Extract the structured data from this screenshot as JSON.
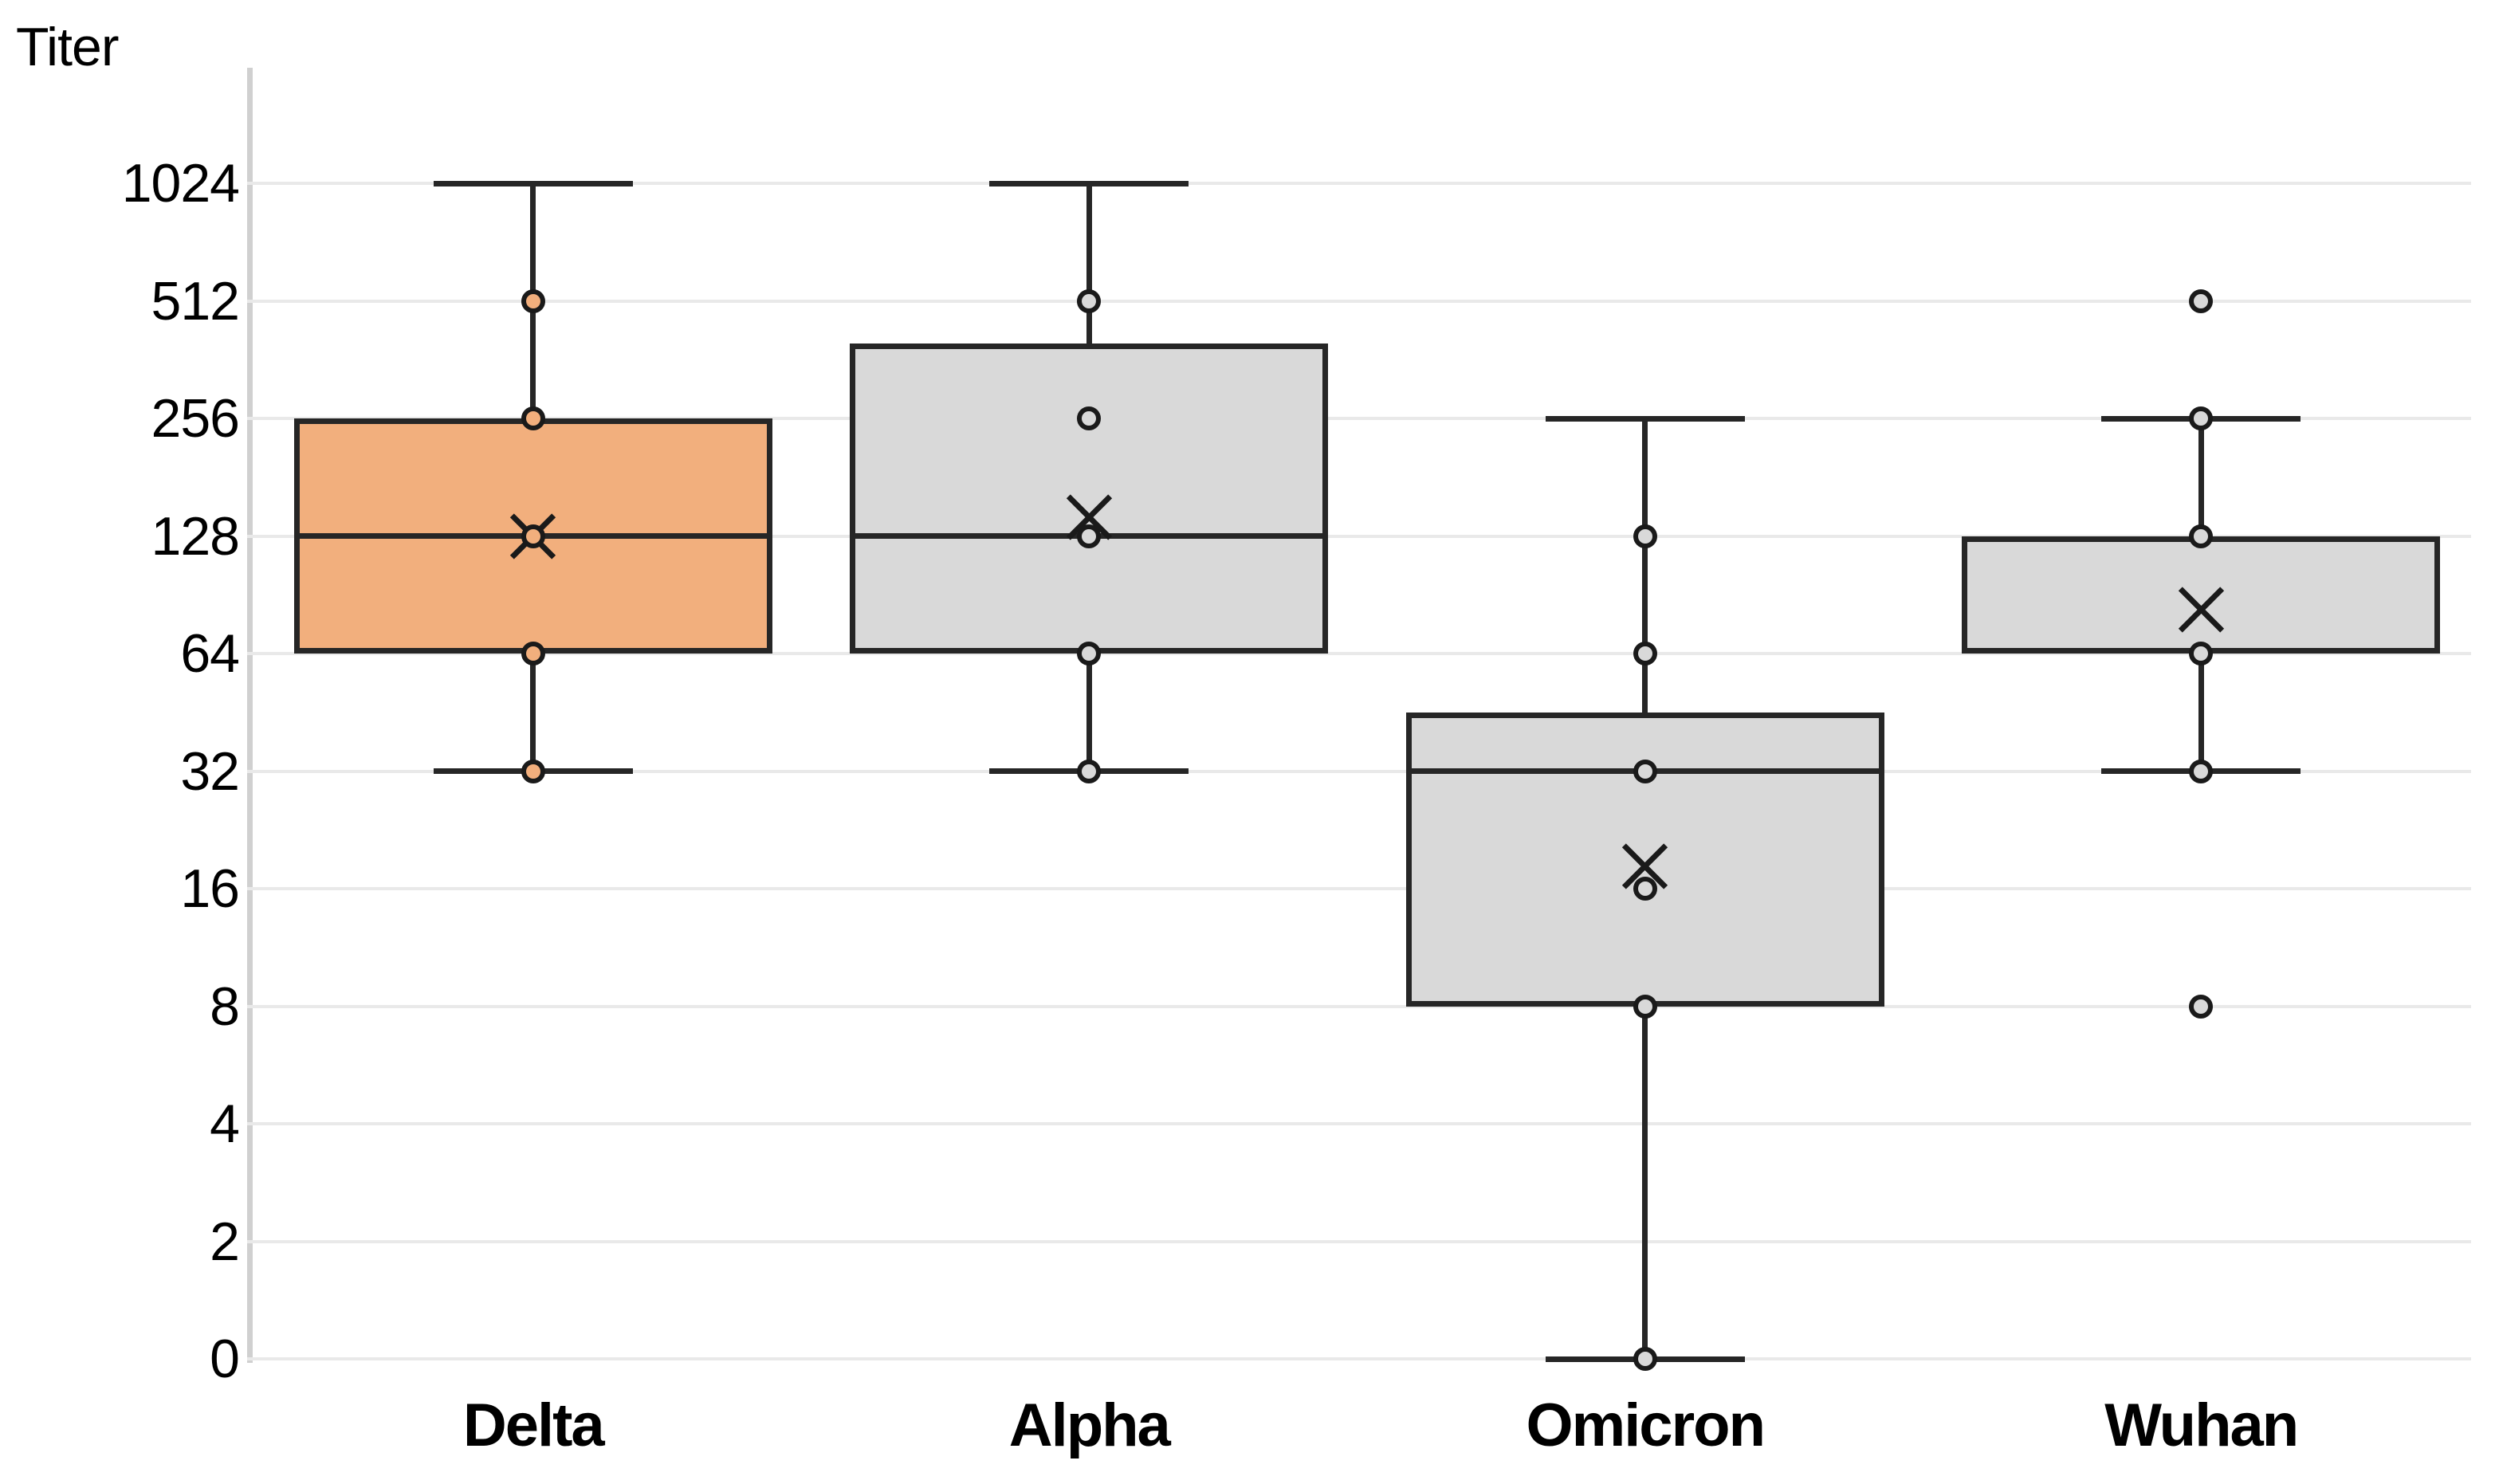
{
  "axis_title": "Titer",
  "chart_data": {
    "type": "box",
    "title": "",
    "xlabel": "",
    "ylabel": "Titer",
    "yscale": "log2",
    "ylim": [
      0,
      1024
    ],
    "yticks": [
      0,
      2,
      4,
      8,
      16,
      32,
      64,
      128,
      256,
      512,
      1024
    ],
    "ytick_labels": [
      "0",
      "2",
      "4",
      "8",
      "16",
      "32",
      "64",
      "128",
      "256",
      "512",
      "1024"
    ],
    "grid": true,
    "legend": "none",
    "categories": [
      "Delta",
      "Alpha",
      "Omicron",
      "Wuhan"
    ],
    "colors": {
      "highlight_fill": "#F2AF7D",
      "default_fill": "#D9D9D9",
      "line": "#262626",
      "gridline": "#E9E9E9"
    },
    "boxes": [
      {
        "label": "Delta",
        "fill": "#F2AF7D",
        "whisker_low": 32,
        "q1": 64,
        "median": 128,
        "q3": 256,
        "whisker_high": 1024,
        "mean": 128,
        "points": [
          32,
          64,
          128,
          256,
          512
        ],
        "outliers": []
      },
      {
        "label": "Alpha",
        "fill": "#D9D9D9",
        "whisker_low": 32,
        "q1": 64,
        "median": 128,
        "q3": 420,
        "whisker_high": 1024,
        "mean": 148,
        "points": [
          32,
          64,
          128,
          256,
          512
        ],
        "outliers": []
      },
      {
        "label": "Omicron",
        "fill": "#D9D9D9",
        "whisker_low": 0,
        "q1": 8,
        "median": 32,
        "q3": 48,
        "whisker_high": 256,
        "mean": 19,
        "points": [
          0,
          8,
          16,
          32,
          64,
          128
        ],
        "outliers": []
      },
      {
        "label": "Wuhan",
        "fill": "#D9D9D9",
        "whisker_low": 32,
        "q1": 64,
        "median": 128,
        "q3": 128,
        "whisker_high": 256,
        "mean": 88,
        "points": [
          32,
          64,
          128,
          256
        ],
        "outliers": [
          512,
          8
        ]
      }
    ]
  }
}
